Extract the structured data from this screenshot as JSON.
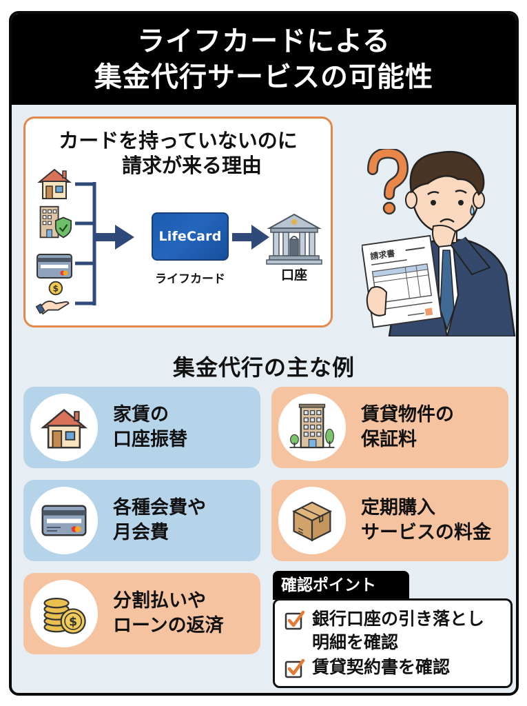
{
  "header": {
    "title_line1": "ライフカードによる",
    "title_line2": "集金代行サービスの可能性"
  },
  "bubble": {
    "title_line1": "カードを持っていないのに",
    "title_line2": "請求が来る理由",
    "sources": [
      {
        "icon": "house-icon"
      },
      {
        "icon": "building-shield-icon"
      },
      {
        "icon": "credit-card-icon"
      },
      {
        "icon": "hand-coin-icon"
      }
    ],
    "card_logo": "LifeCard",
    "card_label": "ライフカード",
    "bank_label": "口座",
    "colors": {
      "border": "#e2884a",
      "arrow": "#2f4a78",
      "card": "#1c5cb0"
    }
  },
  "illustration": {
    "question_mark_icon": "question-mark-icon",
    "person": "confused-businessman-holding-invoice",
    "invoice_header": "請求書"
  },
  "examples": {
    "title": "集金代行の主な例",
    "items": [
      {
        "icon": "house-icon",
        "line1": "家賃の",
        "line2": "口座振替",
        "color": "#b5d4e9"
      },
      {
        "icon": "apartment-building-icon",
        "line1": "賃貸物件の",
        "line2": "保証料",
        "color": "#f6c3a0"
      },
      {
        "icon": "credit-card-icon",
        "line1": "各種会費や",
        "line2": "月会費",
        "color": "#b5d4e9"
      },
      {
        "icon": "cardboard-box-icon",
        "line1": "定期購入",
        "line2": "サービスの料金",
        "color": "#f6c3a0"
      },
      {
        "icon": "coin-stack-icon",
        "line1": "分割払いや",
        "line2": "ローンの返済",
        "color": "#f6c3a0"
      }
    ]
  },
  "checklist": {
    "title": "確認ポイント",
    "items": [
      {
        "line1": "銀行口座の引き落とし",
        "line2": "明細を確認",
        "checked": true
      },
      {
        "line1": "賃貸契約書を確認",
        "line2": "",
        "checked": true
      }
    ],
    "check_color": "#e57a35"
  }
}
